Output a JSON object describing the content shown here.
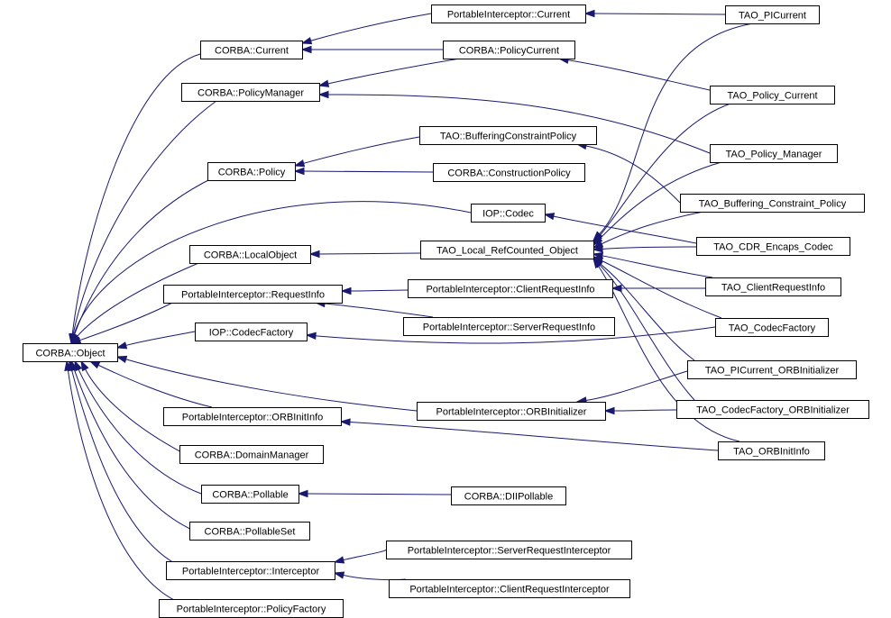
{
  "colors": {
    "edge": "#191970",
    "node_border": "#000000",
    "background": "#ffffff"
  },
  "nodes": [
    {
      "id": "n_obj",
      "label": "CORBA::Object"
    },
    {
      "id": "n_cur",
      "label": "CORBA::Current"
    },
    {
      "id": "n_pim",
      "label": "CORBA::PolicyManager"
    },
    {
      "id": "n_pol",
      "label": "CORBA::Policy"
    },
    {
      "id": "n_lo",
      "label": "CORBA::LocalObject"
    },
    {
      "id": "n_ri",
      "label": "PortableInterceptor::RequestInfo"
    },
    {
      "id": "n_cf",
      "label": "IOP::CodecFactory"
    },
    {
      "id": "n_oii",
      "label": "PortableInterceptor::ORBInitInfo"
    },
    {
      "id": "n_dm",
      "label": "CORBA::DomainManager"
    },
    {
      "id": "n_pl",
      "label": "CORBA::Pollable"
    },
    {
      "id": "n_pls",
      "label": "CORBA::PollableSet"
    },
    {
      "id": "n_int",
      "label": "PortableInterceptor::Interceptor"
    },
    {
      "id": "n_pf",
      "label": "PortableInterceptor::PolicyFactory"
    },
    {
      "id": "n_picu",
      "label": "PortableInterceptor::Current"
    },
    {
      "id": "n_pc",
      "label": "CORBA::PolicyCurrent"
    },
    {
      "id": "n_bcp",
      "label": "TAO::BufferingConstraintPolicy"
    },
    {
      "id": "n_cp",
      "label": "CORBA::ConstructionPolicy"
    },
    {
      "id": "n_cod",
      "label": "IOP::Codec"
    },
    {
      "id": "n_lrc",
      "label": "TAO_Local_RefCounted_Object"
    },
    {
      "id": "n_cri",
      "label": "PortableInterceptor::ClientRequestInfo"
    },
    {
      "id": "n_sri",
      "label": "PortableInterceptor::ServerRequestInfo"
    },
    {
      "id": "n_oi",
      "label": "PortableInterceptor::ORBInitializer"
    },
    {
      "id": "n_dii",
      "label": "CORBA::DIIPollable"
    },
    {
      "id": "n_sric",
      "label": "PortableInterceptor::ServerRequestInterceptor"
    },
    {
      "id": "n_cric",
      "label": "PortableInterceptor::ClientRequestInterceptor"
    },
    {
      "id": "n_tpc",
      "label": "TAO_PICurrent"
    },
    {
      "id": "n_tpol",
      "label": "TAO_Policy_Current"
    },
    {
      "id": "n_tpm",
      "label": "TAO_Policy_Manager"
    },
    {
      "id": "n_tbcp",
      "label": "TAO_Buffering_Constraint_Policy"
    },
    {
      "id": "n_tcdr",
      "label": "TAO_CDR_Encaps_Codec"
    },
    {
      "id": "n_tcri",
      "label": "TAO_ClientRequestInfo"
    },
    {
      "id": "n_tcf",
      "label": "TAO_CodecFactory"
    },
    {
      "id": "n_tpoi",
      "label": "TAO_PICurrent_ORBInitializer"
    },
    {
      "id": "n_tcfoi",
      "label": "TAO_CodecFactory_ORBInitializer"
    },
    {
      "id": "n_toii",
      "label": "TAO_ORBInitInfo"
    }
  ],
  "edges": [
    {
      "from": "n_cur",
      "to": "n_obj"
    },
    {
      "from": "n_pim",
      "to": "n_obj"
    },
    {
      "from": "n_pol",
      "to": "n_obj"
    },
    {
      "from": "n_cod",
      "to": "n_obj"
    },
    {
      "from": "n_lo",
      "to": "n_obj"
    },
    {
      "from": "n_ri",
      "to": "n_obj"
    },
    {
      "from": "n_cf",
      "to": "n_obj"
    },
    {
      "from": "n_oi",
      "to": "n_obj"
    },
    {
      "from": "n_oii",
      "to": "n_obj"
    },
    {
      "from": "n_dm",
      "to": "n_obj"
    },
    {
      "from": "n_pl",
      "to": "n_obj"
    },
    {
      "from": "n_pls",
      "to": "n_obj"
    },
    {
      "from": "n_int",
      "to": "n_obj"
    },
    {
      "from": "n_pf",
      "to": "n_obj"
    },
    {
      "from": "n_picu",
      "to": "n_cur"
    },
    {
      "from": "n_pc",
      "to": "n_cur"
    },
    {
      "from": "n_pc",
      "to": "n_pim"
    },
    {
      "from": "n_bcp",
      "to": "n_pol"
    },
    {
      "from": "n_cp",
      "to": "n_pol"
    },
    {
      "from": "n_lrc",
      "to": "n_lo"
    },
    {
      "from": "n_cri",
      "to": "n_ri"
    },
    {
      "from": "n_sri",
      "to": "n_ri"
    },
    {
      "from": "n_dii",
      "to": "n_pl"
    },
    {
      "from": "n_sric",
      "to": "n_int"
    },
    {
      "from": "n_cric",
      "to": "n_int"
    },
    {
      "from": "n_tpc",
      "to": "n_picu"
    },
    {
      "from": "n_tpol",
      "to": "n_pc"
    },
    {
      "from": "n_tpm",
      "to": "n_pim"
    },
    {
      "from": "n_tbcp",
      "to": "n_bcp"
    },
    {
      "from": "n_tcdr",
      "to": "n_cod"
    },
    {
      "from": "n_tcri",
      "to": "n_cri"
    },
    {
      "from": "n_tcf",
      "to": "n_cf"
    },
    {
      "from": "n_tpoi",
      "to": "n_oi"
    },
    {
      "from": "n_tcfoi",
      "to": "n_oi"
    },
    {
      "from": "n_toii",
      "to": "n_oii"
    },
    {
      "from": "n_tpc",
      "to": "n_lrc"
    },
    {
      "from": "n_tpol",
      "to": "n_lrc"
    },
    {
      "from": "n_tpm",
      "to": "n_lrc"
    },
    {
      "from": "n_tbcp",
      "to": "n_lrc"
    },
    {
      "from": "n_tcdr",
      "to": "n_lrc"
    },
    {
      "from": "n_tcri",
      "to": "n_lrc"
    },
    {
      "from": "n_tcf",
      "to": "n_lrc"
    },
    {
      "from": "n_tpoi",
      "to": "n_lrc"
    },
    {
      "from": "n_tcfoi",
      "to": "n_lrc"
    },
    {
      "from": "n_toii",
      "to": "n_lrc"
    }
  ]
}
